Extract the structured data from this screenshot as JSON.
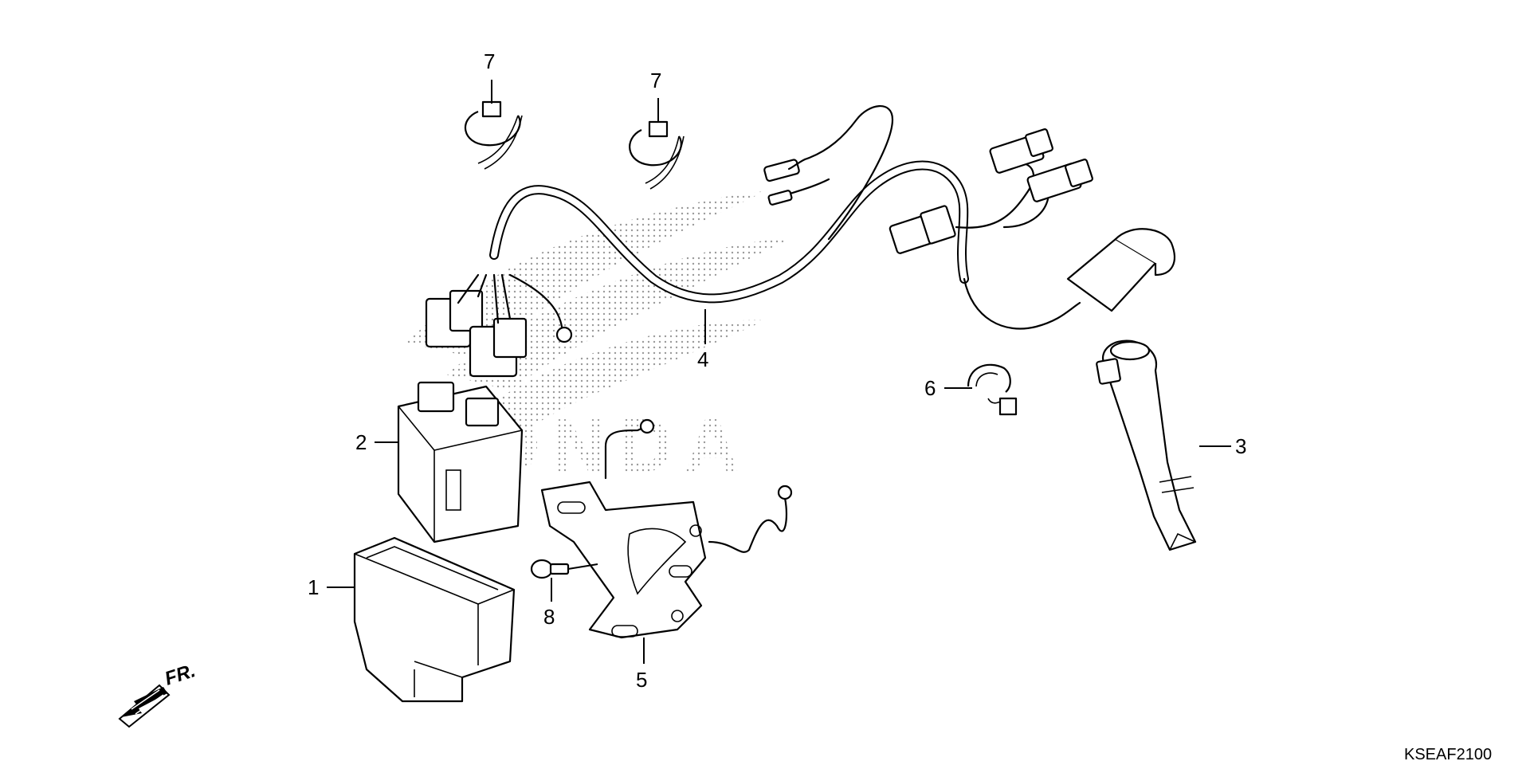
{
  "diagram": {
    "logo_text": "HONDA",
    "code": "KSEAF2100",
    "direction_label": "FR.",
    "callouts": [
      {
        "id": "1",
        "label": "1"
      },
      {
        "id": "2",
        "label": "2"
      },
      {
        "id": "3",
        "label": "3"
      },
      {
        "id": "4",
        "label": "4"
      },
      {
        "id": "5",
        "label": "5"
      },
      {
        "id": "6",
        "label": "6"
      },
      {
        "id": "7a",
        "label": "7"
      },
      {
        "id": "7b",
        "label": "7"
      },
      {
        "id": "8",
        "label": "8"
      }
    ]
  }
}
